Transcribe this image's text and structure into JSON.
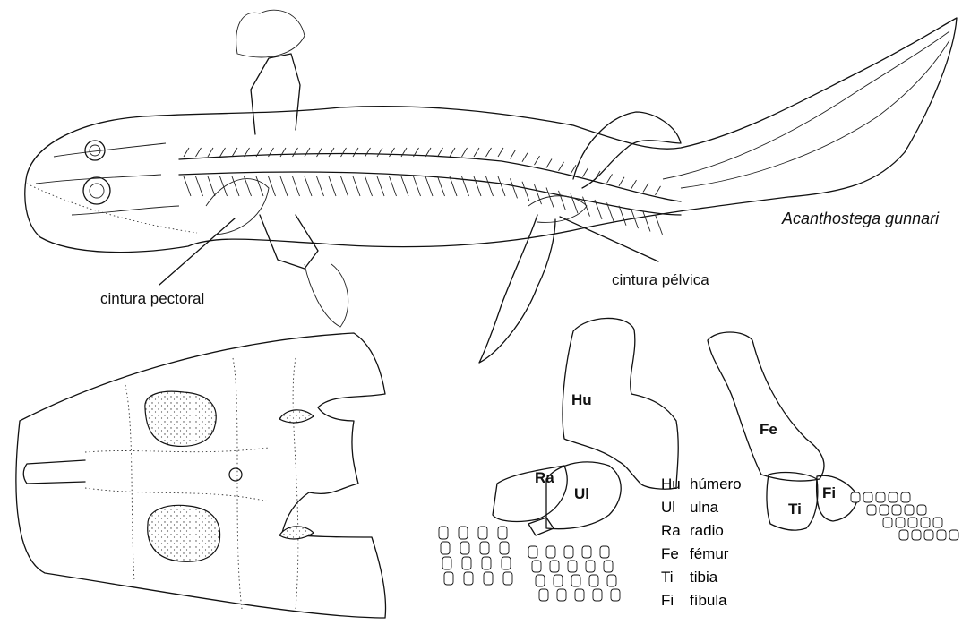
{
  "species": "Acanthostega gunnari",
  "labels": {
    "pectoral": "cintura pectoral",
    "pelvic": "cintura pélvica"
  },
  "forelimb_bones": [
    "Hu",
    "Ra",
    "Ul"
  ],
  "hindlimb_bones": [
    "Fe",
    "Ti",
    "Fi"
  ],
  "legend": [
    {
      "abbr": "Hu",
      "name": "húmero"
    },
    {
      "abbr": "Ul",
      "name": "ulna"
    },
    {
      "abbr": "Ra",
      "name": "radio"
    },
    {
      "abbr": "Fe",
      "name": "fémur"
    },
    {
      "abbr": "Ti",
      "name": "tibia"
    },
    {
      "abbr": "Fi",
      "name": "fíbula"
    }
  ]
}
